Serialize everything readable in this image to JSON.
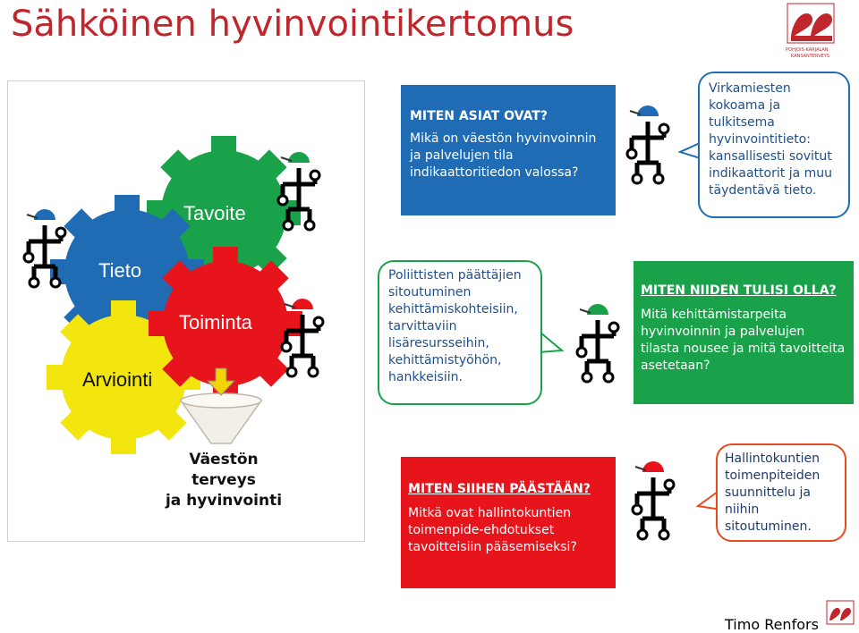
{
  "title": "Sähköinen hyvinvointikertomus",
  "logo": {
    "line1": "POHJOIS-KARJALAN",
    "line2": "KANSANTERVEYS"
  },
  "gears": {
    "tavoite": "Tavoite",
    "tieto": "Tieto",
    "toiminta": "Toiminta",
    "arviointi": "Arviointi"
  },
  "gear_caption": {
    "line1": "Väestön",
    "line2": "terveys",
    "line3": "ja hyvinvointi"
  },
  "box_blue": {
    "heading": "MITEN ASIAT OVAT?",
    "body": "Mikä on väestön hyvinvoinnin ja palvelujen tila indikaattoritiedon valossa?"
  },
  "callout_blue": "Virkamiesten kokoama ja tulkitsema hyvinvointitieto: kansallisesti sovitut indikaattorit ja muu täydentävä tieto.",
  "callout_green": "Poliittisten päättäjien sitoutuminen kehittämiskohteisiin, tarvittaviin lisäresursseihin, kehittämistyöhön, hankkeisiin.",
  "box_green": {
    "heading": "MITEN NIIDEN TULISI OLLA?",
    "body": "Mitä kehittämistarpeita hyvinvoinnin ja palvelujen tilasta nousee ja mitä tavoitteita asetetaan?"
  },
  "box_red": {
    "heading": "MITEN SIIHEN PÄÄSTÄÄN?",
    "body": "Mitkä ovat hallintokuntien toimenpide-ehdotukset tavoitteisiin pääsemiseksi?"
  },
  "callout_red": "Hallintokuntien toimenpiteiden suunnittelu ja niihin sitoutuminen.",
  "author": "Timo Renfors",
  "colors": {
    "blue": "#1f6cb5",
    "green": "#19a24a",
    "red": "#e8141c",
    "yellow": "#f2e60e",
    "title": "#c0272d"
  }
}
